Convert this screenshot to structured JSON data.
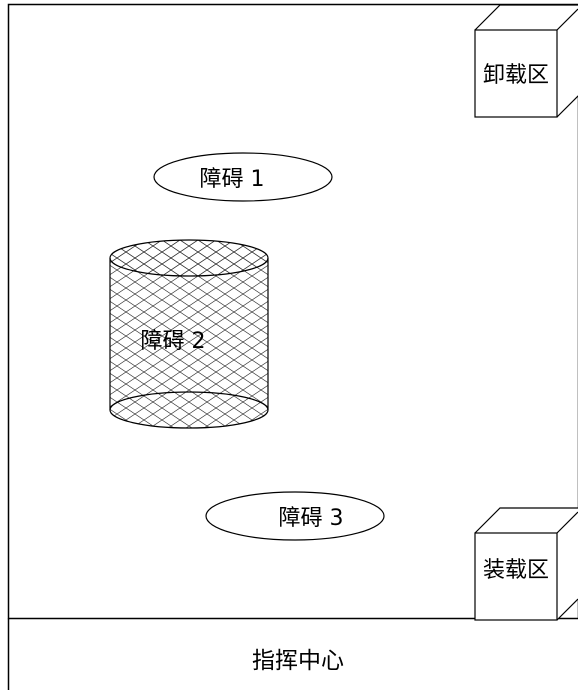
{
  "diagram": {
    "areas": {
      "unloading": "卸载区",
      "loading": "装载区",
      "command_center": "指挥中心"
    },
    "obstacles": {
      "obstacle_1": "障碍 1",
      "obstacle_2": "障碍 2",
      "obstacle_3": "障碍 3"
    }
  },
  "colors": {
    "line": "#000000",
    "background": "#ffffff",
    "hatch": "#333333"
  }
}
